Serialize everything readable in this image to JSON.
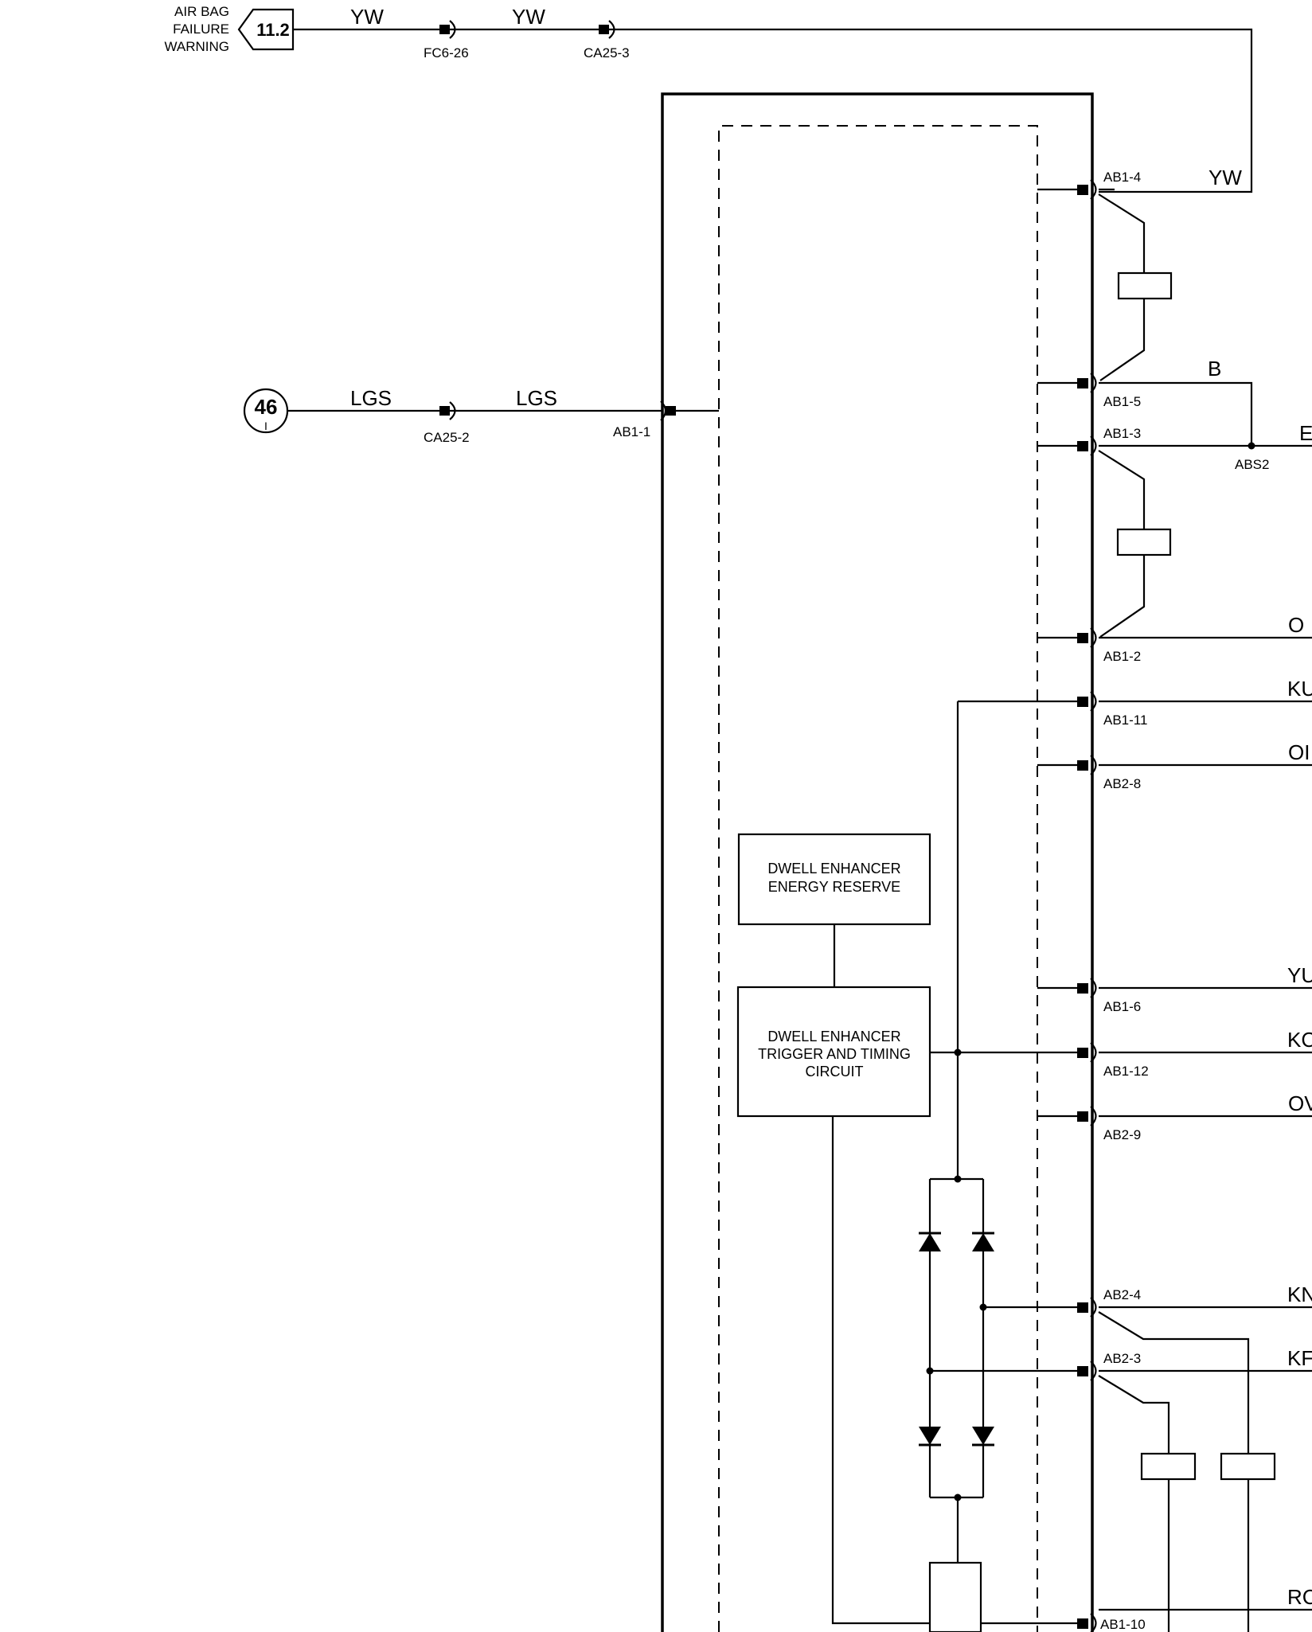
{
  "header": {
    "warning_label_lines": [
      "AIR BAG",
      "FAILURE",
      "WARNING"
    ],
    "ref_page": "11.2"
  },
  "ground": {
    "number": "46",
    "sub": "I"
  },
  "wires": {
    "yw": "YW",
    "lgs": "LGS",
    "b": "B",
    "b_right": "E",
    "on_1": "O",
    "ku": "KU",
    "or": "OI",
    "yu": "YU",
    "kc": "KC",
    "ow": "OV",
    "kn": "KN",
    "kp": "KF",
    "rc": "RC"
  },
  "connectors": {
    "fc6_26": "FC6-26",
    "ca25_3": "CA25-3",
    "ca25_2": "CA25-2",
    "ab1_1": "AB1-1",
    "ab1_4": "AB1-4",
    "ab1_5": "AB1-5",
    "ab1_3": "AB1-3",
    "abs2": "ABS2",
    "ab1_2": "AB1-2",
    "ab1_11": "AB1-11",
    "ab2_8": "AB2-8",
    "ab1_6": "AB1-6",
    "ab1_12": "AB1-12",
    "ab2_9": "AB2-9",
    "ab2_4": "AB2-4",
    "ab2_3": "AB2-3",
    "ab1_10": "AB1-10"
  },
  "blocks": {
    "energy_reserve": [
      "DWELL ENHANCER",
      "ENERGY RESERVE"
    ],
    "trigger": [
      "DWELL ENHANCER",
      "TRIGGER AND TIMING",
      "CIRCUIT"
    ]
  }
}
